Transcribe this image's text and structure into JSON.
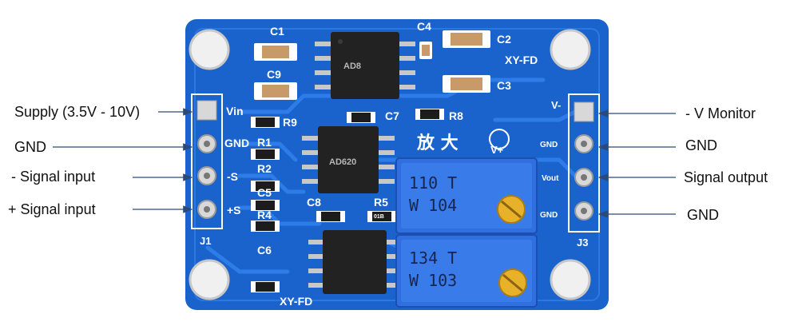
{
  "colors": {
    "pcb": "#1a63cc",
    "pcb_dark": "#124a9f",
    "silk": "#ffffff",
    "chip": "#222222",
    "trimpot": "#2f6fe0",
    "brass": "#e8b12a",
    "arrow": "#2b4a78"
  },
  "callouts": {
    "left": [
      {
        "label": "Supply (3.5V - 10V)"
      },
      {
        "label": "GND"
      },
      {
        "label": "- Signal input"
      },
      {
        "label": "+ Signal input"
      }
    ],
    "right": [
      {
        "label": "- V Monitor"
      },
      {
        "label": "GND"
      },
      {
        "label": "Signal output"
      },
      {
        "label": "GND"
      }
    ]
  },
  "board": {
    "model": "XY-FD",
    "model_bottom": "XY-FD",
    "header_left": {
      "name": "J1",
      "pins": [
        "Vin",
        "GND",
        "-S",
        "+S"
      ]
    },
    "header_right": {
      "name": "J3",
      "pins": [
        "V-",
        "GND",
        "Vout",
        "GND"
      ]
    },
    "chinese_label": "放 大",
    "vplus_label": "V+",
    "components": {
      "c1": "C1",
      "c2": "C2",
      "c3": "C3",
      "c4": "C4",
      "c5": "C5",
      "c6": "C6",
      "c7": "C7",
      "c8": "C8",
      "c9": "C9",
      "r1": "R1",
      "r2": "R2",
      "r4": "R4",
      "r5": "R5",
      "r8": "R8",
      "r9": "R9"
    },
    "trimpot_top": {
      "line1": "110 T",
      "line2": "W 104"
    },
    "trimpot_bottom": {
      "line1": "134 T",
      "line2": "W 103"
    },
    "chip_top": "AD8",
    "chip_mid": "AD620",
    "resistor_code": "01B"
  }
}
